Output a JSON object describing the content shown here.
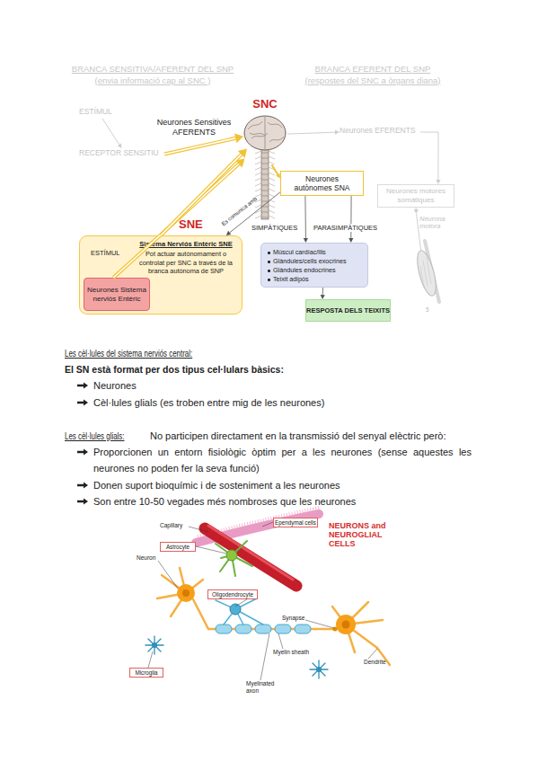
{
  "diagram": {
    "nodes": [
      {
        "text": [
          "ESTÍMUL"
        ]
      },
      {
        "text": [
          "RECEPTOR SENSITIU"
        ]
      },
      {
        "text": [
          "SNC"
        ]
      },
      {
        "text": [
          "Neurones EFERENTS"
        ]
      },
      {
        "text": [
          "Neurones autònomes SNA"
        ]
      },
      {
        "text": [
          "Neurones motores somàtiques"
        ]
      },
      {
        "text": [
          "Neurona motora"
        ]
      },
      {
        "text": [
          "SNE",
          "ESTÍMUL",
          "Sistema Nerviós Entèric SNE",
          "Pot actuar autònomament o controlat per SNC a través de la branca autònoma de SNP"
        ]
      },
      {
        "text": [
          "Neurones Sistema nerviós Entèric"
        ],
        "in": 7
      },
      {
        "text": [
          "Múscul cardíac/llis",
          "Glàndules/cells exocrines",
          "Glàndules endocrines",
          "Teixit adipós"
        ]
      },
      {
        "text": [
          "RESPOSTA DELS TEIXITS"
        ]
      },
      {
        "text": [
          "Ependymal cells"
        ]
      },
      {
        "text": [
          "Astrocyte"
        ]
      },
      {
        "text": [
          "Oligodendrocyte"
        ]
      },
      {
        "text": [
          "Microglia"
        ]
      }
    ],
    "edges": [
      {
        "from": 0,
        "to": 1,
        "arrow": "to"
      },
      {
        "from": 1,
        "to": 2,
        "label": "Neurones Sensitives AFERENTS",
        "arrow": "to"
      },
      {
        "from": 8,
        "to": 2,
        "arrow": "to"
      },
      {
        "from": 7,
        "to": 2,
        "arrow": "to"
      },
      {
        "from": 2,
        "to": 4,
        "arrow": "to"
      },
      {
        "from": 2,
        "to": 3,
        "arrow": "to"
      },
      {
        "from": 3,
        "to": 5,
        "arrow": "to"
      },
      {
        "from": 5,
        "to": 6,
        "arrow": "to"
      },
      {
        "from": 4,
        "to": 7,
        "label": "Es comunica amb",
        "arrow": "to"
      },
      {
        "from": 4,
        "to": 9,
        "label": "SIMPÀTIQUES",
        "arrow": "to"
      },
      {
        "from": 4,
        "to": 9,
        "label": "PARASIMPÀTIQUES",
        "arrow": "to"
      },
      {
        "from": 9,
        "to": 10,
        "arrow": "to"
      }
    ],
    "labels": [
      "BRANCA SENSITIVA/AFERENT DEL SNP",
      "(envia informació cap al SNC )",
      "BRANCA EFERENT DEL SNP",
      "(respostes del SNC a òrgans diana)",
      "5",
      "Les cèl·lules del sistema nerviós central:",
      "El SN està format per dos tipus cel·lulars bàsics:",
      "Neurones",
      "Cèl·lules glials (es troben entre mig de les neurones)",
      "Les cèl·lules glials:",
      "No participen directament en la transmissió del senyal elèctric però:",
      "Proporcionen un entorn fisiològic òptim per a les neurones (sense aquestes les neurones no poden fer la seva funció)",
      "Donen suport bioquímic i de sosteniment a les neurones",
      "Son entre 10-50 vegades més nombroses que les neurones",
      "Capillary",
      "Neuron",
      "Synapse",
      "Myelin sheath",
      "Myelinated axon",
      "Dendrite",
      "NEURONS and NEUROGLIAL CELLS"
    ]
  }
}
